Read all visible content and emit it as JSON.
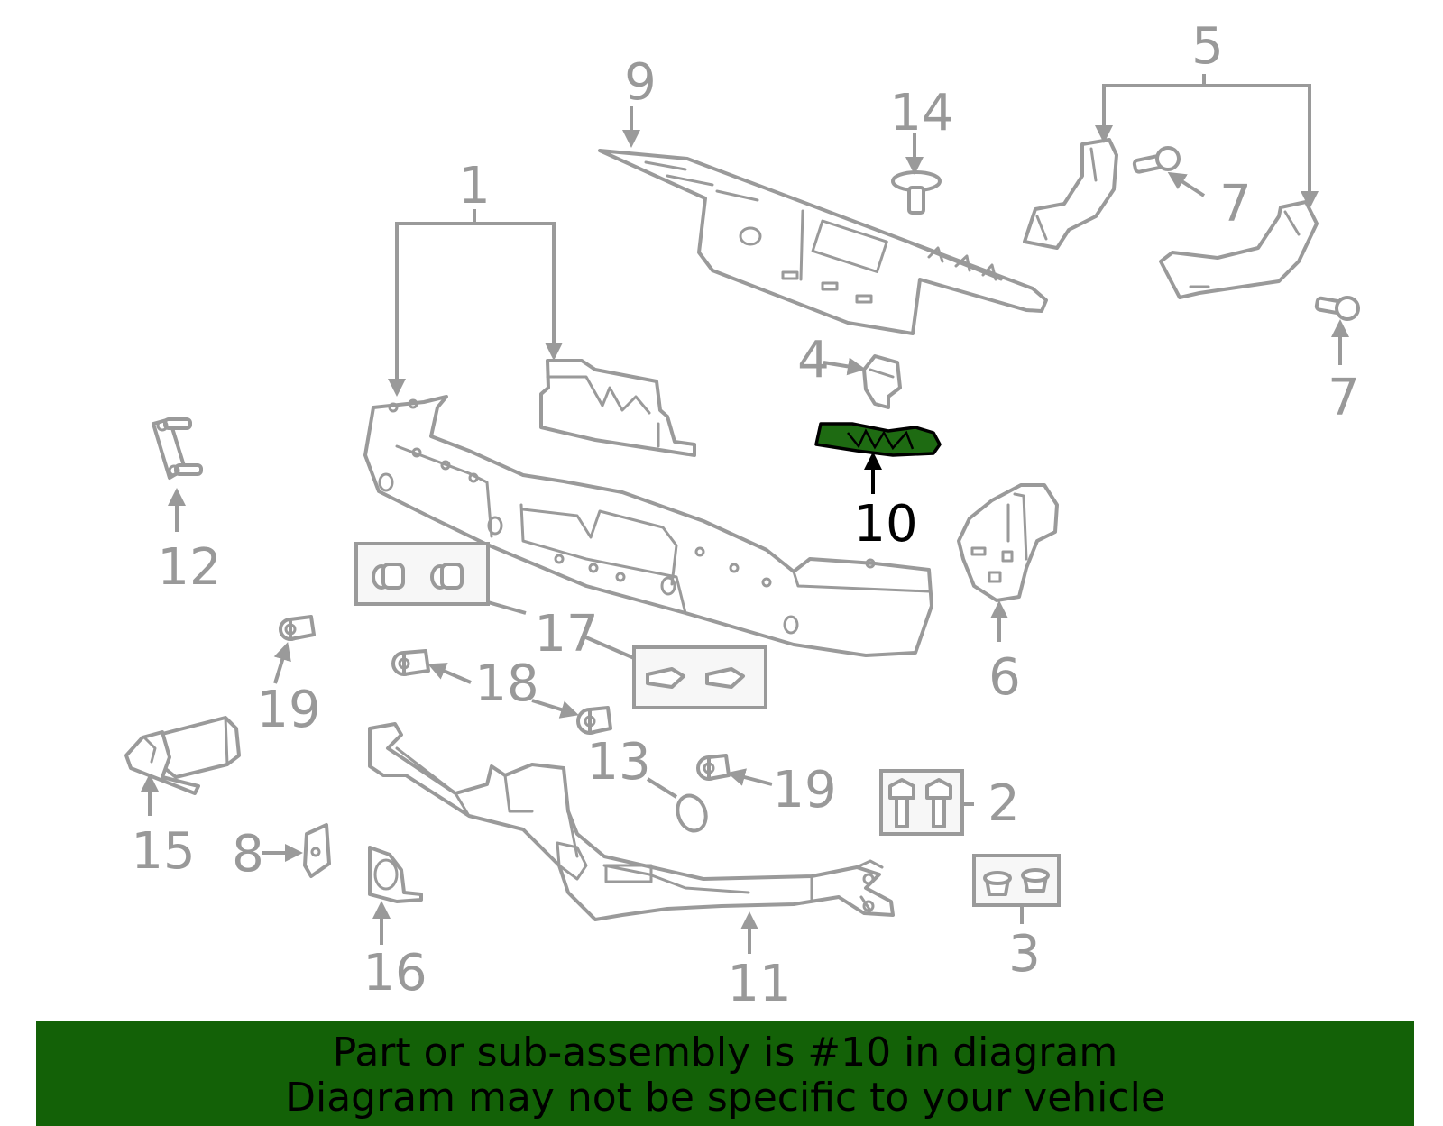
{
  "diagram": {
    "callouts": {
      "c1": "1",
      "c2": "2",
      "c3": "3",
      "c4": "4",
      "c5": "5",
      "c6": "6",
      "c7a": "7",
      "c7b": "7",
      "c8": "8",
      "c9": "9",
      "c10": "10",
      "c11": "11",
      "c12": "12",
      "c13": "13",
      "c14": "14",
      "c15": "15",
      "c16": "16",
      "c17": "17",
      "c18": "18",
      "c19a": "19",
      "c19b": "19"
    },
    "highlighted_part": "10",
    "colors": {
      "part_stroke": "#9a9a9a",
      "label": "#999999",
      "highlight_fill": "#1e6b12",
      "highlight_label": "#000000",
      "banner_bg": "#136107"
    }
  },
  "banner": {
    "line1": "Part or sub-assembly is #10 in diagram",
    "line2": "Diagram may not be specific to your vehicle"
  }
}
